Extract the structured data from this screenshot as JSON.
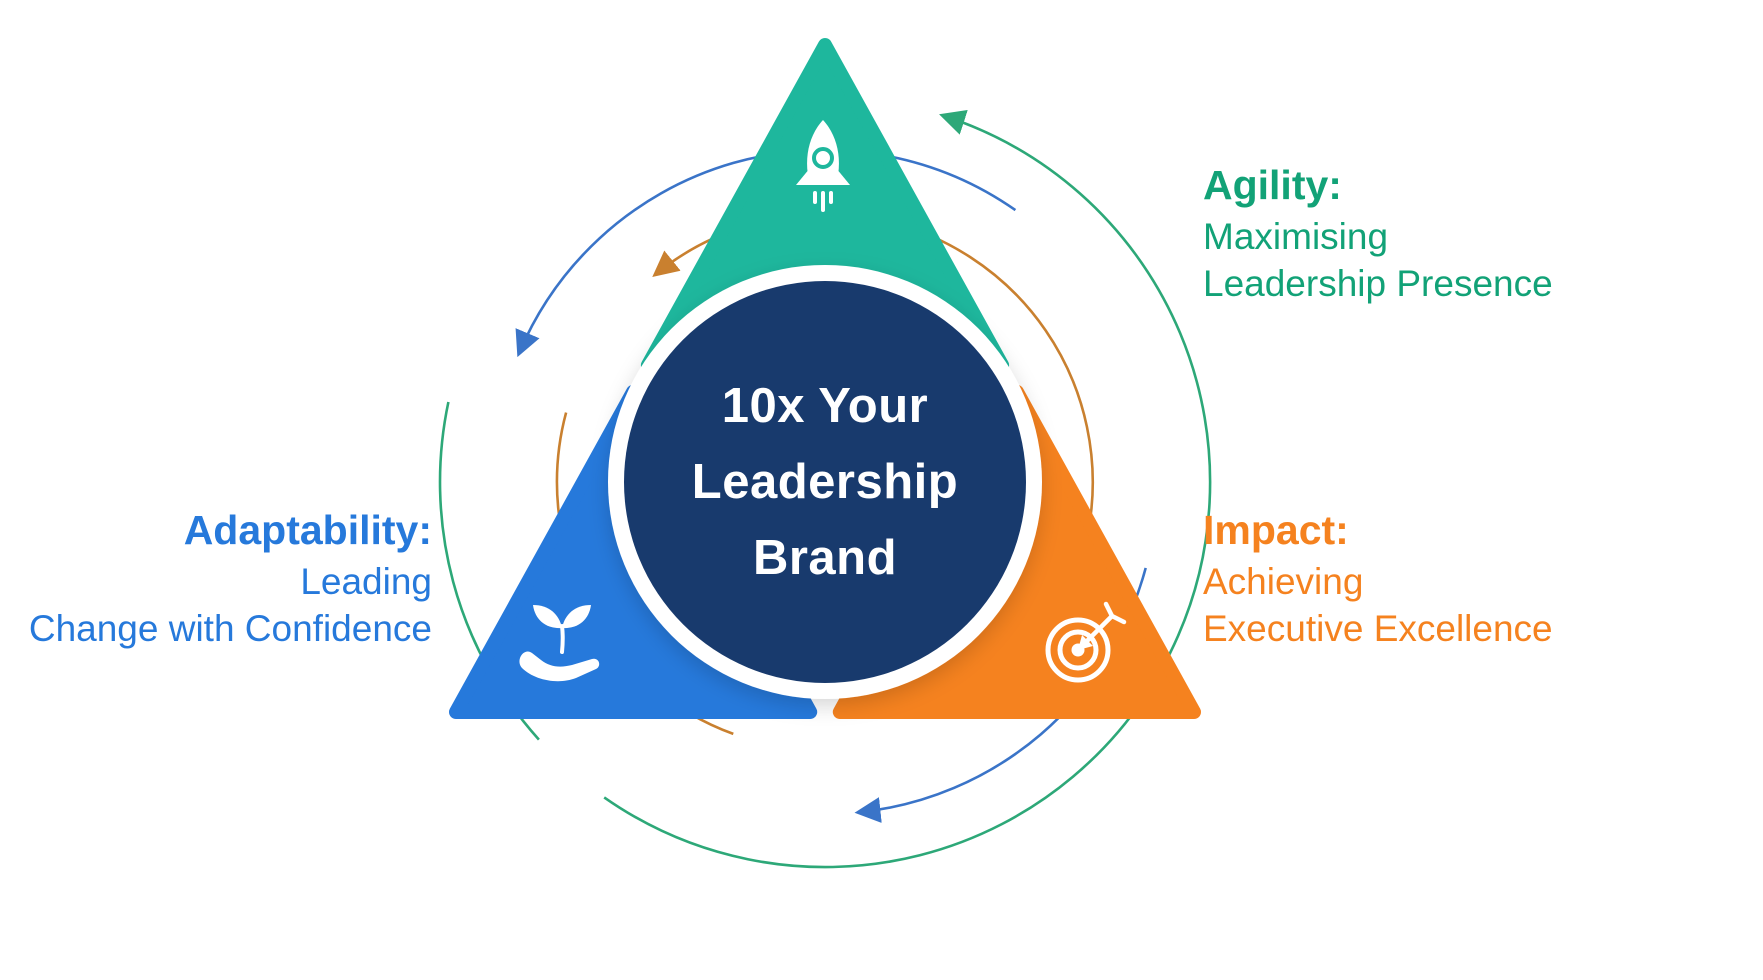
{
  "center": {
    "lines": [
      "10x Your",
      "Leadership",
      "Brand"
    ],
    "circle_color": "#183A6D",
    "ring_color": "#FFFFFF",
    "text_color": "#FFFFFF"
  },
  "nodes": [
    {
      "id": "agility",
      "heading": "Agility:",
      "lines": [
        "Maximising",
        "Leadership Presence"
      ],
      "text_color": "#12A277",
      "triangle_color": "#1EB79D",
      "icon": "rocket-icon",
      "placement": "top"
    },
    {
      "id": "adaptability",
      "heading": "Adaptability:",
      "lines": [
        "Leading",
        "Change with Confidence"
      ],
      "text_color": "#2679DB",
      "triangle_color": "#2679DB",
      "icon": "hand-sprout-icon",
      "placement": "bottom-left"
    },
    {
      "id": "impact",
      "heading": "Impact:",
      "lines": [
        "Achieving",
        "Executive Excellence"
      ],
      "text_color": "#F5821F",
      "triangle_color": "#F5821F",
      "icon": "target-icon",
      "placement": "bottom-right"
    }
  ],
  "orbit_arrows": [
    {
      "id": "inner-orbit",
      "color": "#C9802F"
    },
    {
      "id": "middle-orbit",
      "color": "#3A74C8"
    },
    {
      "id": "outer-orbit",
      "color": "#2DA878"
    }
  ]
}
